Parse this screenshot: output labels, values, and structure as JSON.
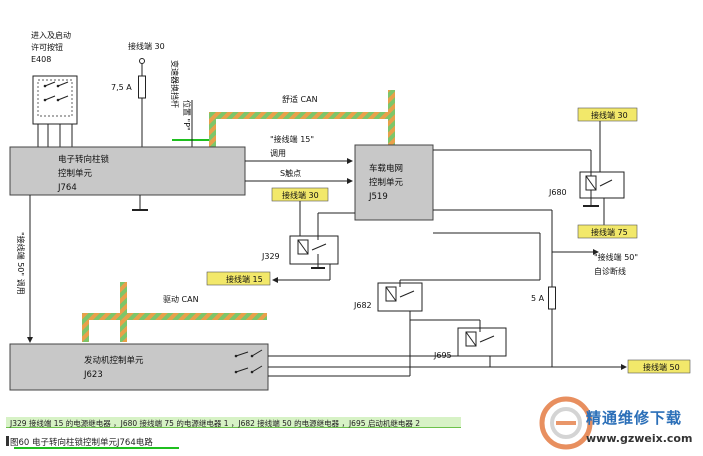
{
  "labels": {
    "e408_line1": "进入及启动",
    "e408_line2": "许可按钮",
    "e408_line3": "E408",
    "term30_top": "接线端 30",
    "fuse_75a": "7,5 A",
    "selector_line1": "变速器换挡杆",
    "selector_line2": "位置 \"P\"",
    "comfort_can": "舒适 CAN",
    "term15_signal_1": "\"接线端 15\"",
    "term15_signal_2": "调用",
    "s_contact": "S触点",
    "j764_line1": "电子转向柱锁",
    "j764_line2": "控制单元",
    "j764_line3": "J764",
    "j519_line1": "车载电网",
    "j519_line2": "控制单元",
    "j519_line3": "J519",
    "j680": "J680",
    "j329": "J329",
    "j682": "J682",
    "j695": "J695",
    "term50_diag_1": "\"接线端 50\"",
    "term50_diag_2": "自诊断线",
    "fuse_5a": "5 A",
    "drive_can": "驱动 CAN",
    "term50_call": "\"接线端 50\" 调用",
    "j623_line1": "发动机控制单元",
    "j623_line2": "J623"
  },
  "tags": {
    "term30_right": "接线端 30",
    "term30_mid": "接线端 30",
    "term75": "接线端 75",
    "term15": "接线端 15",
    "term50": "接线端 50"
  },
  "legend": "J329  接线端 15 的电源继电器 ，J680  接线端 75 的电源继电器 1 ，J682  接线端 50 的电源继电器 ，J695  启动机继电器 2",
  "caption": "图60   电子转向柱锁控制单元J764电路",
  "watermark": {
    "name": "精通维修下载",
    "url": "www.gzweix.com"
  },
  "colors": {
    "block_fill": "#c8c8c8",
    "tag_fill": "#f2e86a",
    "can_orange": "#e9a04a",
    "can_green": "#7cc66a"
  }
}
